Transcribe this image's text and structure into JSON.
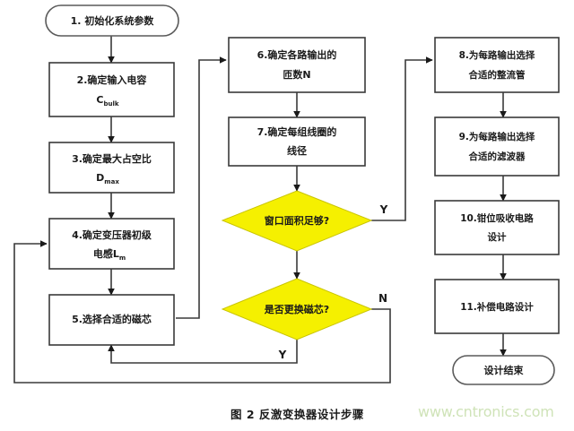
{
  "figure": {
    "caption": "图 2 反激变换器设计步骤",
    "watermark": "www.cntronics.com",
    "watermark_color": "#cfe3b8",
    "decision_fill": "#f5f000",
    "box_stroke": "#3a3a3a",
    "background": "#ffffff"
  },
  "diagram": {
    "type": "flowchart",
    "title": "反激变换器设计步骤",
    "nodes": [
      {
        "id": "n1",
        "shape": "terminator",
        "label": "1. 初始化系统参数",
        "column": "left"
      },
      {
        "id": "n2",
        "shape": "process",
        "label": "2.确定输入电容",
        "label2": "C",
        "sub2": "bulk",
        "column": "left"
      },
      {
        "id": "n3",
        "shape": "process",
        "label": "3.确定最大占空比",
        "label2": "D",
        "sub2": "max",
        "column": "left"
      },
      {
        "id": "n4",
        "shape": "process",
        "label": "4.确定变压器初级",
        "label2": "电感L",
        "sub2": "m",
        "column": "left"
      },
      {
        "id": "n5",
        "shape": "process",
        "label": "5.选择合适的磁芯",
        "column": "left"
      },
      {
        "id": "n6",
        "shape": "process",
        "label": "6.确定各路输出的",
        "label2": "匝数N",
        "column": "middle"
      },
      {
        "id": "n7",
        "shape": "process",
        "label": "7.确定每组线圈的",
        "label2": "线径",
        "column": "middle"
      },
      {
        "id": "d1",
        "shape": "decision",
        "label": "窗口面积足够?",
        "column": "middle"
      },
      {
        "id": "d2",
        "shape": "decision",
        "label": "是否更换磁芯?",
        "column": "middle"
      },
      {
        "id": "n8",
        "shape": "process",
        "label": "8.为每路输出选择",
        "label2": "合适的整流管",
        "column": "right"
      },
      {
        "id": "n9",
        "shape": "process",
        "label": "9.为每路输出选择",
        "label2": "合适的滤波器",
        "column": "right"
      },
      {
        "id": "n10",
        "shape": "process",
        "label": "10.钳位吸收电路",
        "label2": "设计",
        "column": "right"
      },
      {
        "id": "n11",
        "shape": "process",
        "label": "11.补偿电路设计",
        "column": "right"
      },
      {
        "id": "n12",
        "shape": "terminator",
        "label": "设计结束",
        "column": "right"
      }
    ],
    "edges": [
      {
        "from": "n1",
        "to": "n2",
        "label": ""
      },
      {
        "from": "n2",
        "to": "n3",
        "label": ""
      },
      {
        "from": "n3",
        "to": "n4",
        "label": ""
      },
      {
        "from": "n4",
        "to": "n5",
        "label": ""
      },
      {
        "from": "n5",
        "to": "n6",
        "label": ""
      },
      {
        "from": "n6",
        "to": "n7",
        "label": ""
      },
      {
        "from": "n7",
        "to": "d1",
        "label": ""
      },
      {
        "from": "d1",
        "to": "n8",
        "label": "Y"
      },
      {
        "from": "d1",
        "to": "d2",
        "label": ""
      },
      {
        "from": "d2",
        "to": "n5",
        "label": "Y"
      },
      {
        "from": "d2",
        "to": "n4",
        "label": "N"
      },
      {
        "from": "n8",
        "to": "n9",
        "label": ""
      },
      {
        "from": "n9",
        "to": "n10",
        "label": ""
      },
      {
        "from": "n10",
        "to": "n11",
        "label": ""
      },
      {
        "from": "n11",
        "to": "n12",
        "label": ""
      }
    ],
    "branch_labels": {
      "d1_yes": "Y",
      "d2_yes": "Y",
      "d2_no": "N"
    }
  }
}
